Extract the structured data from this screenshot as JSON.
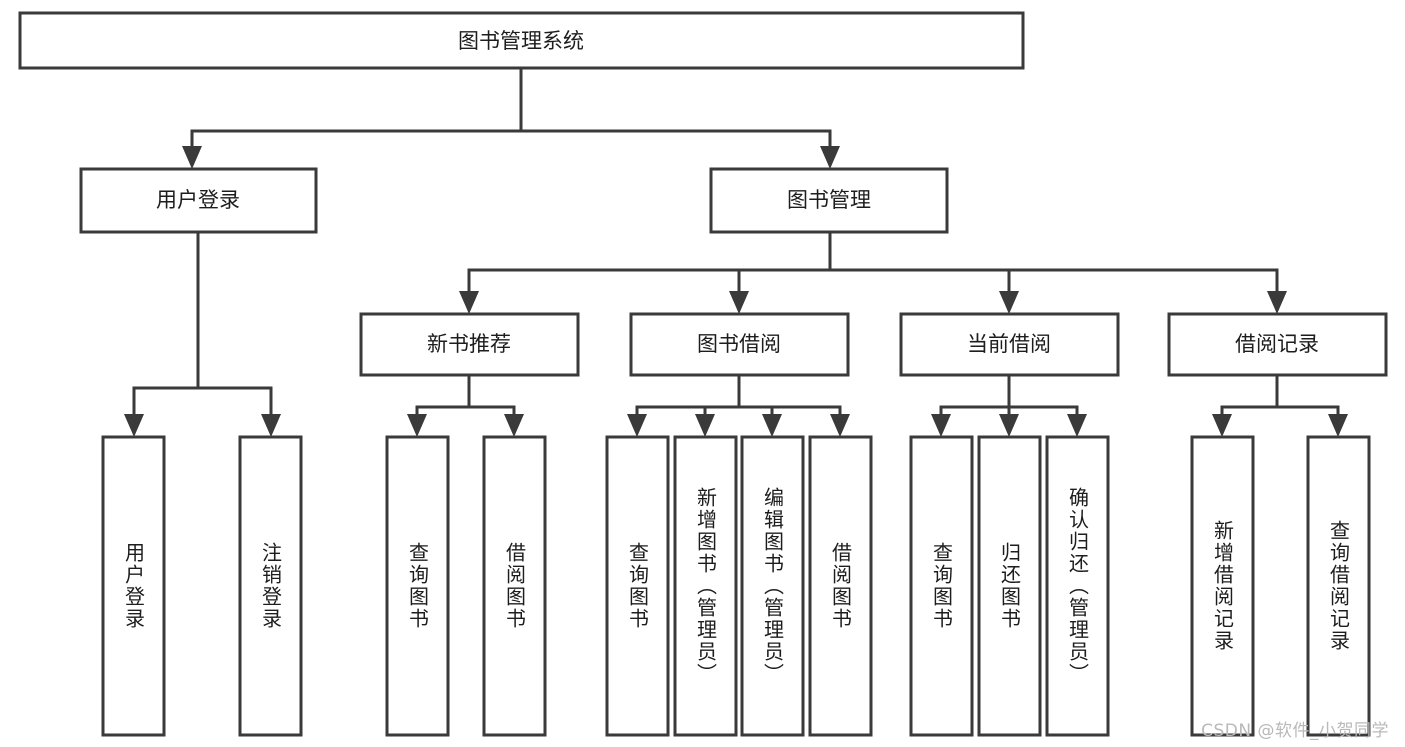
{
  "diagram": {
    "title_node": {
      "id": "root",
      "label": "图书管理系统"
    },
    "level2": [
      {
        "id": "user-login",
        "label": "用户登录"
      },
      {
        "id": "book-manage",
        "label": "图书管理"
      }
    ],
    "level3": [
      {
        "id": "new-book-recommend",
        "label": "新书推荐"
      },
      {
        "id": "book-borrow",
        "label": "图书借阅"
      },
      {
        "id": "current-borrow",
        "label": "当前借阅"
      },
      {
        "id": "borrow-record",
        "label": "借阅记录"
      }
    ],
    "leaves": {
      "user_login": [
        {
          "id": "leaf-user-login",
          "label": "用户登录"
        },
        {
          "id": "leaf-logout-login",
          "label": "注销登录"
        }
      ],
      "new_book_recommend": [
        {
          "id": "leaf-query-book-1",
          "label": "查询图书"
        },
        {
          "id": "leaf-borrow-book-1",
          "label": "借阅图书"
        }
      ],
      "book_borrow": [
        {
          "id": "leaf-query-book-2",
          "label": "查询图书"
        },
        {
          "id": "leaf-add-book",
          "label": "新增图书（管理员）"
        },
        {
          "id": "leaf-edit-book",
          "label": "编辑图书（管理员）"
        },
        {
          "id": "leaf-borrow-book-2",
          "label": "借阅图书"
        }
      ],
      "current_borrow": [
        {
          "id": "leaf-query-book-3",
          "label": "查询图书"
        },
        {
          "id": "leaf-return-book",
          "label": "归还图书"
        },
        {
          "id": "leaf-confirm-return",
          "label": "确认归还（管理员）"
        }
      ],
      "borrow_record": [
        {
          "id": "leaf-add-record",
          "label": "新增借阅记录"
        },
        {
          "id": "leaf-query-record",
          "label": "查询借阅记录"
        }
      ]
    }
  },
  "watermark": {
    "text": "CSDN @软件_小贺同学"
  },
  "colors": {
    "stroke": "#3a3a3a",
    "box_fill": "#ffffff",
    "text": "#1d1d1d",
    "watermark": "#b9b9b9",
    "background": "#ffffff"
  }
}
